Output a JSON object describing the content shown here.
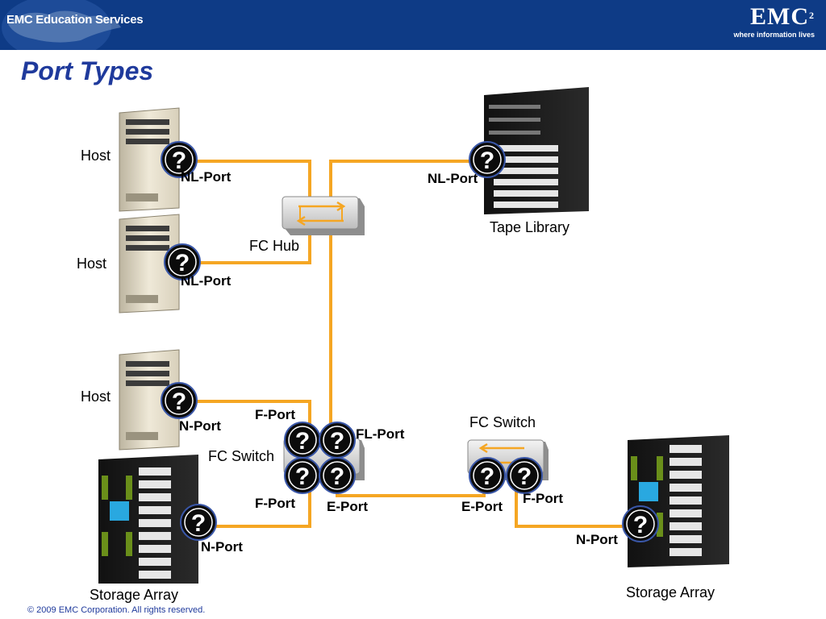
{
  "header": {
    "brand": "EMC Education Services",
    "logo": "EMC",
    "logo_sup": "2",
    "tagline": "where information lives"
  },
  "title": "Port Types",
  "labels": {
    "host_1": "Host",
    "host_2": "Host",
    "host_3": "Host",
    "fc_hub": "FC Hub",
    "tape_library": "Tape Library",
    "fc_switch_1": "FC Switch",
    "fc_switch_2": "FC Switch",
    "storage_array_1": "Storage Array",
    "storage_array_2": "Storage Array"
  },
  "ports": {
    "host1": "NL-Port",
    "tape": "NL-Port",
    "host2": "NL-Port",
    "host3": "N-Port",
    "sw1_upper": "F-Port",
    "sw1_fl": "FL-Port",
    "sw1_lower": "F-Port",
    "sw1_e": "E-Port",
    "sw2_e": "E-Port",
    "sw2_f": "F-Port",
    "array2": "N-Port",
    "array1": "N-Port"
  },
  "question_mark": "?",
  "footer": "© 2009 EMC Corporation. All rights reserved.",
  "colors": {
    "header_bg": "#0e3b86",
    "title": "#1f3a9c",
    "link": "#f5a623"
  }
}
